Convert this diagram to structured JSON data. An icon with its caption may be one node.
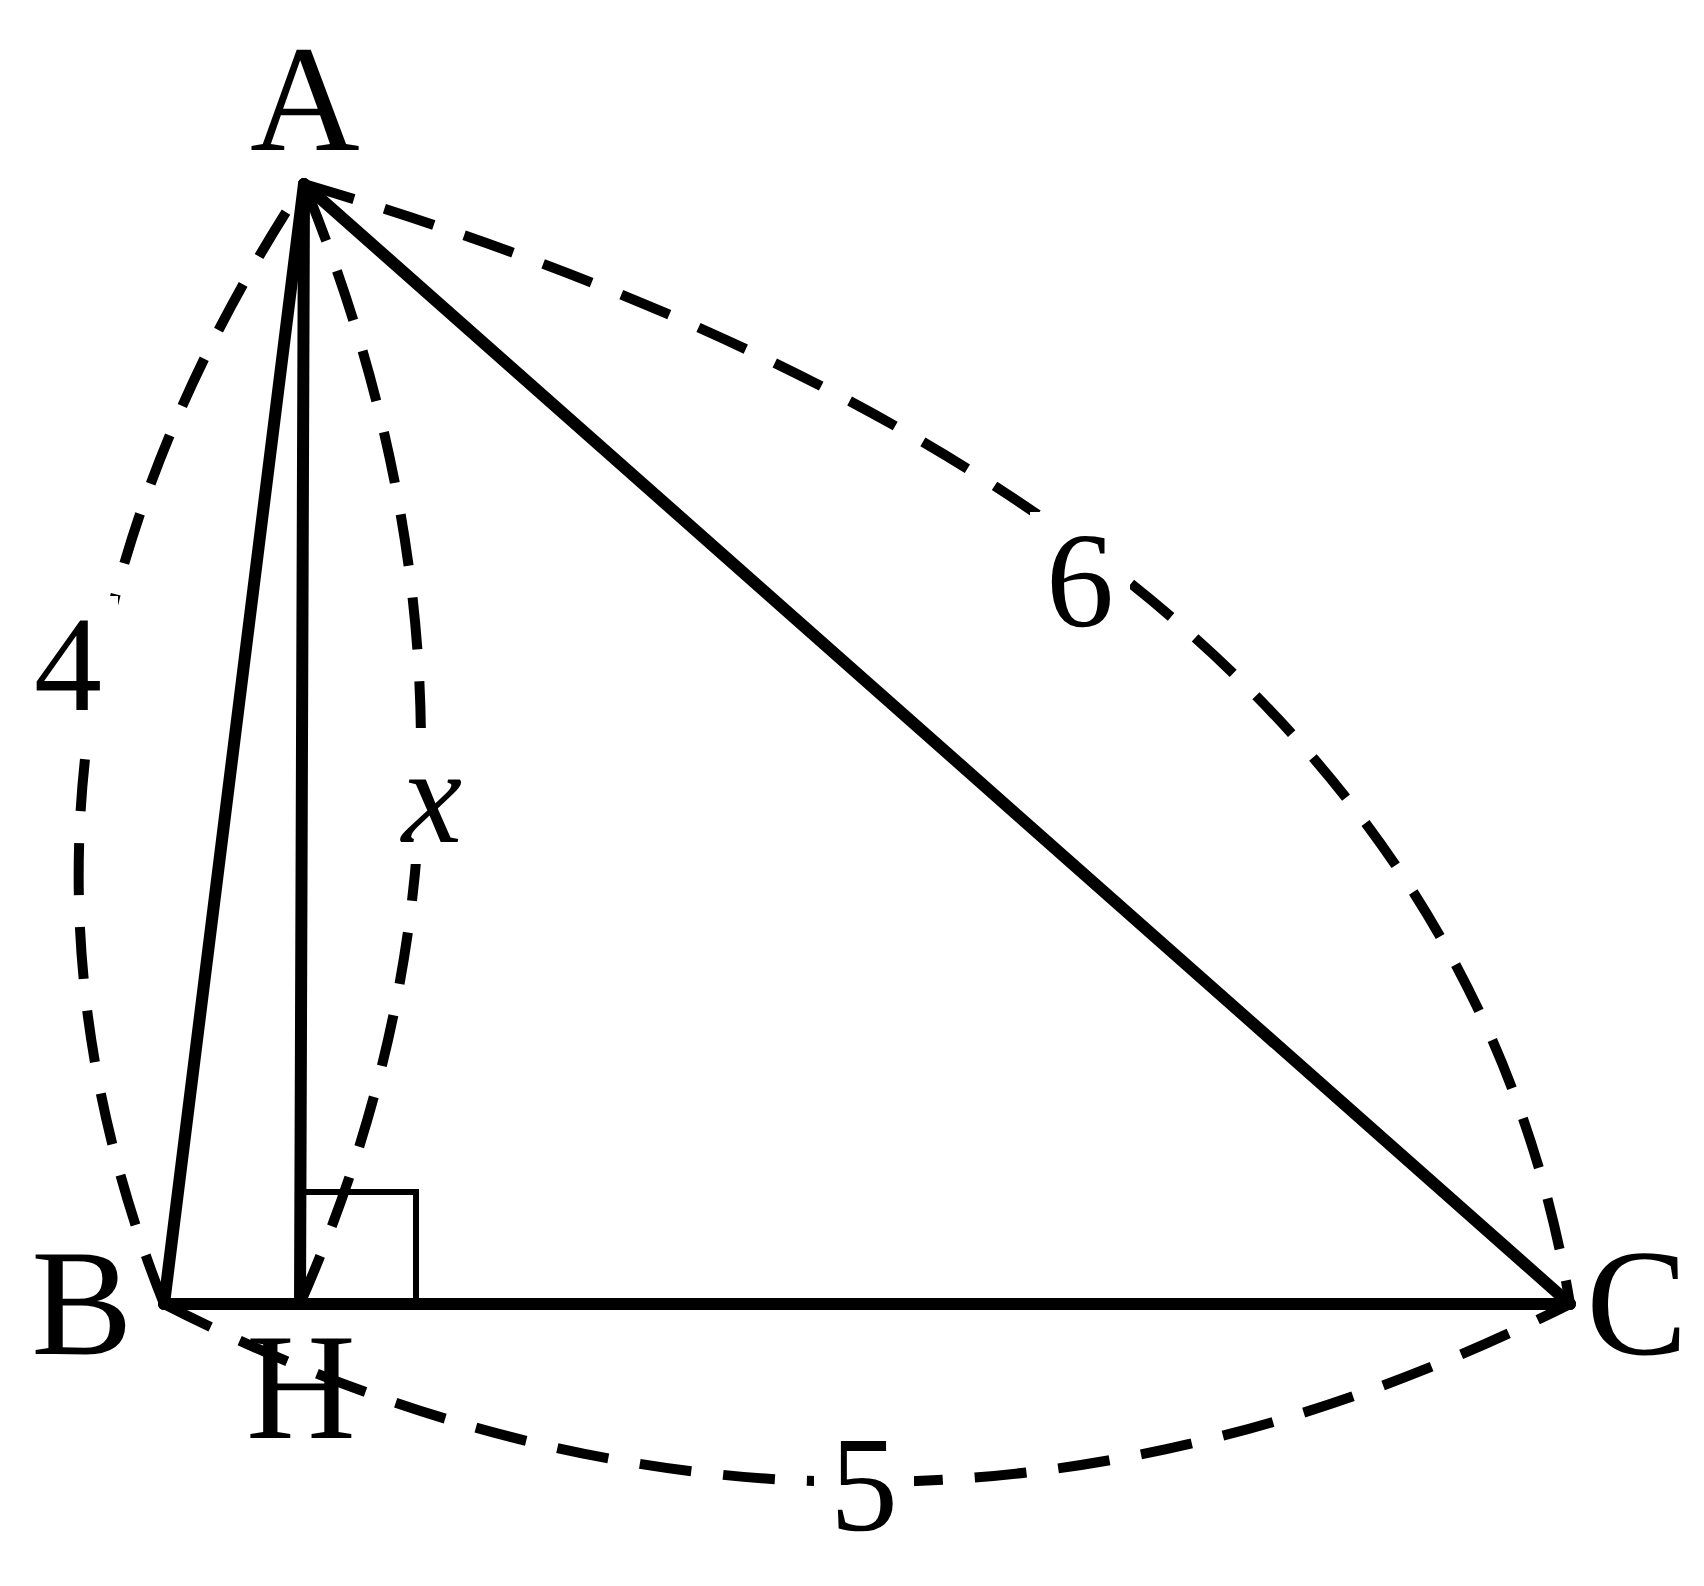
{
  "diagram": {
    "nodes": [
      {
        "text": [
          "A"
        ]
      },
      {
        "text": [
          "B"
        ]
      },
      {
        "text": [
          "H"
        ]
      },
      {
        "text": [
          "C"
        ]
      }
    ],
    "edges": [
      {
        "from": 0,
        "to": 1,
        "arrow": "none"
      },
      {
        "from": 0,
        "to": 3,
        "arrow": "none"
      },
      {
        "from": 1,
        "to": 3,
        "arrow": "none"
      },
      {
        "from": 0,
        "to": 2,
        "arrow": "none"
      }
    ],
    "labels": [
      "6",
      "4",
      "x",
      "5"
    ]
  }
}
